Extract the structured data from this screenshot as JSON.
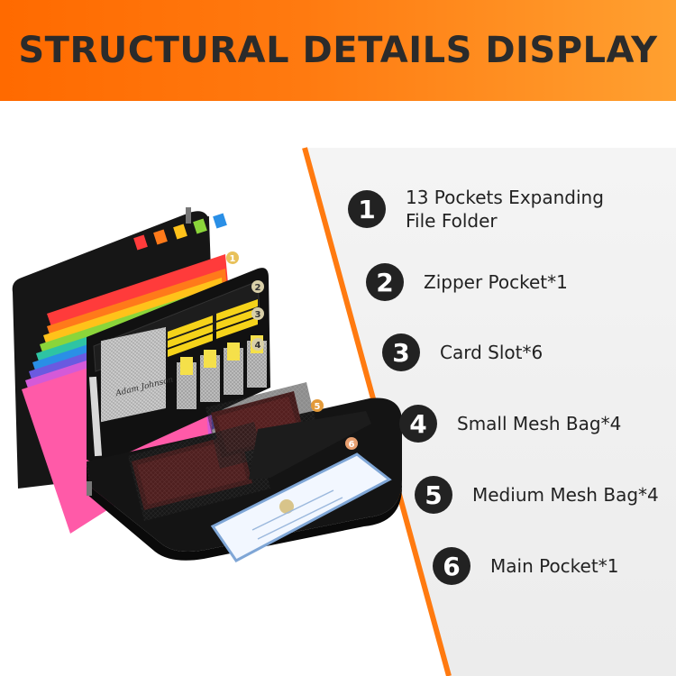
{
  "header": {
    "title": "STRUCTURAL DETAILS DISPLAY"
  },
  "colors": {
    "accent": "#ff7a10",
    "badge": "#222222",
    "panel": "#f2f2f2"
  },
  "features": [
    {
      "number": "1",
      "label": "13 Pockets Expanding\nFile Folder"
    },
    {
      "number": "2",
      "label": "Zipper Pocket*1"
    },
    {
      "number": "3",
      "label": "Card Slot*6"
    },
    {
      "number": "4",
      "label": "Small Mesh Bag*4"
    },
    {
      "number": "5",
      "label": "Medium Mesh Bag*4"
    },
    {
      "number": "6",
      "label": "Main Pocket*1"
    }
  ],
  "callouts": [
    "1",
    "2",
    "3",
    "4",
    "5",
    "6"
  ],
  "organizer": {
    "name_card": "Adam Johnson"
  }
}
